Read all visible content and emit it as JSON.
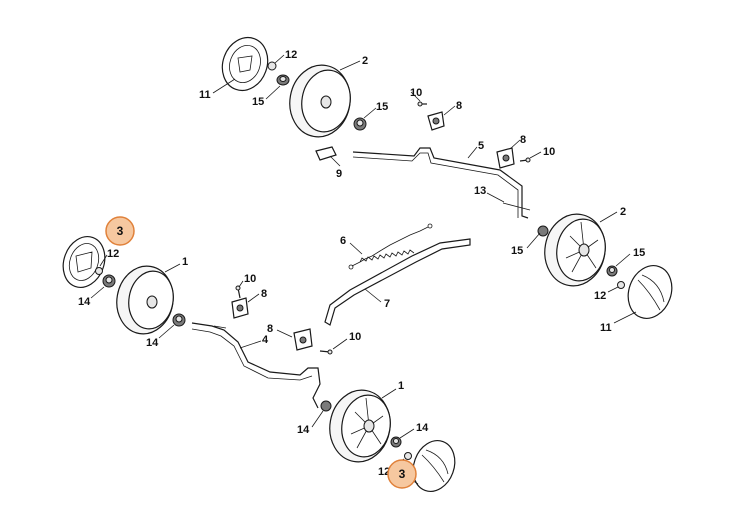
{
  "diagram": {
    "callouts": [
      {
        "id": "c-11-top",
        "label": "11"
      },
      {
        "id": "c-12-top",
        "label": "12"
      },
      {
        "id": "c-15-top",
        "label": "15"
      },
      {
        "id": "c-2-top",
        "label": "2"
      },
      {
        "id": "c-15-axle",
        "label": "15"
      },
      {
        "id": "c-10-top",
        "label": "10"
      },
      {
        "id": "c-8-top",
        "label": "8"
      },
      {
        "id": "c-8-right",
        "label": "8"
      },
      {
        "id": "c-10-right",
        "label": "10"
      },
      {
        "id": "c-5",
        "label": "5"
      },
      {
        "id": "c-9",
        "label": "9"
      },
      {
        "id": "c-13",
        "label": "13"
      },
      {
        "id": "c-2-right",
        "label": "2"
      },
      {
        "id": "c-15-right",
        "label": "15"
      },
      {
        "id": "c-15-right2",
        "label": "15"
      },
      {
        "id": "c-12-right",
        "label": "12"
      },
      {
        "id": "c-11-right",
        "label": "11"
      },
      {
        "id": "c-6",
        "label": "6"
      },
      {
        "id": "c-7",
        "label": "7"
      },
      {
        "id": "c-12-left",
        "label": "12"
      },
      {
        "id": "c-1-left",
        "label": "1"
      },
      {
        "id": "c-14-left",
        "label": "14"
      },
      {
        "id": "c-14-left2",
        "label": "14"
      },
      {
        "id": "c-10-mid",
        "label": "10"
      },
      {
        "id": "c-8-mid",
        "label": "8"
      },
      {
        "id": "c-8-mid2",
        "label": "8"
      },
      {
        "id": "c-4",
        "label": "4"
      },
      {
        "id": "c-10-mid2",
        "label": "10"
      },
      {
        "id": "c-1-bottom",
        "label": "1"
      },
      {
        "id": "c-14-bottom",
        "label": "14"
      },
      {
        "id": "c-14-bottom2",
        "label": "14"
      },
      {
        "id": "c-12-bottom",
        "label": "12"
      }
    ],
    "highlights": [
      {
        "id": "hl-3-left",
        "label": "3"
      },
      {
        "id": "hl-3-bottom",
        "label": "3"
      }
    ]
  },
  "colors": {
    "highlight_fill": "#f6c8a0",
    "highlight_stroke": "#e0813a",
    "line": "#1a1a1a"
  }
}
